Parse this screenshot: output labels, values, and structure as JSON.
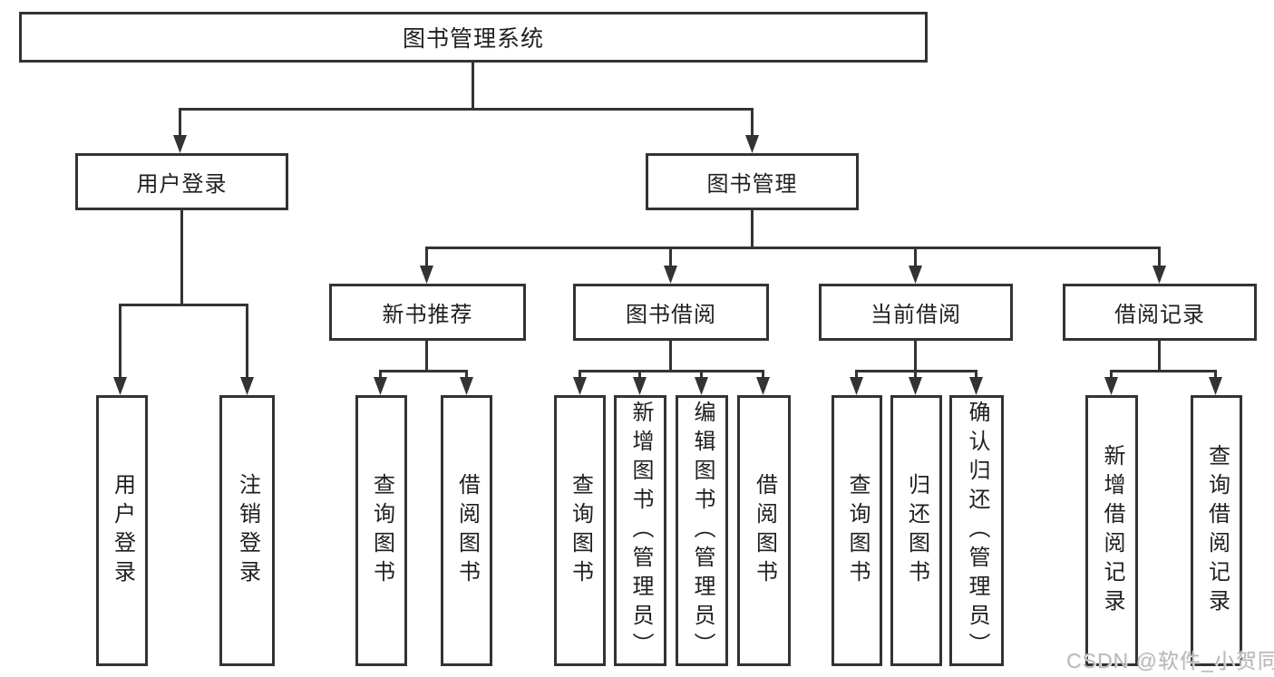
{
  "diagram": {
    "root": {
      "label": "图书管理系统"
    },
    "level2": [
      {
        "label": "用户登录"
      },
      {
        "label": "图书管理"
      }
    ],
    "level3": [
      {
        "label": "新书推荐"
      },
      {
        "label": "图书借阅"
      },
      {
        "label": "当前借阅"
      },
      {
        "label": "借阅记录"
      }
    ],
    "leaves": [
      {
        "label": "用户登录"
      },
      {
        "label": "注销登录"
      },
      {
        "label": "查询图书"
      },
      {
        "label": "借阅图书"
      },
      {
        "label": "查询图书"
      },
      {
        "label": "新增图书（管理员）"
      },
      {
        "label": "编辑图书（管理员）"
      },
      {
        "label": "借阅图书"
      },
      {
        "label": "查询图书"
      },
      {
        "label": "归还图书"
      },
      {
        "label": "确认归还（管理员）"
      },
      {
        "label": "新增借阅记录"
      },
      {
        "label": "查询借阅记录"
      }
    ],
    "colors": {
      "line": "#333333",
      "text": "#1f1f1f",
      "background": "#ffffff",
      "watermark": "#b9b9b9"
    }
  },
  "watermark": {
    "text": "CSDN @软件_小贺同学"
  }
}
